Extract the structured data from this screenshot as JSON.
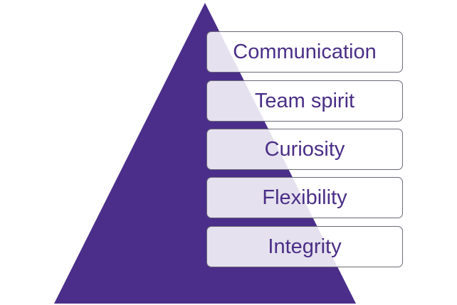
{
  "colors": {
    "pyramid_fill": "#4b2e8a",
    "label_text": "#4a2e87",
    "box_border": "#6a6a78"
  },
  "pyramid": {
    "levels": [
      {
        "label": "Communication"
      },
      {
        "label": "Team spirit"
      },
      {
        "label": "Curiosity"
      },
      {
        "label": "Flexibility"
      },
      {
        "label": "Integrity"
      }
    ]
  }
}
